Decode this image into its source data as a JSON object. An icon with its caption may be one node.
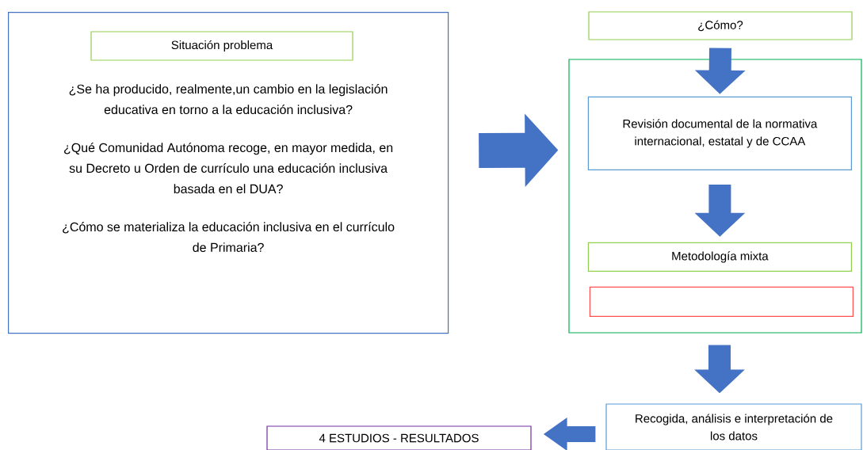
{
  "diagram": {
    "nodes": [
      {
        "text": [
          "¿Se ha producido, realmente,un cambio en la legislación educativa en torno a la educación inclusiva?",
          "¿Qué Comunidad Autónoma recoge, en mayor medida, en su Decreto u Orden de currículo una educación inclusiva basada en el DUA?",
          "¿Cómo se materializa la educación inclusiva en el currículo de Primaria?"
        ]
      },
      {
        "text": [
          "Situación problema"
        ],
        "in": 0
      },
      {
        "text": [
          "¿Cómo?"
        ]
      },
      {
        "text": [],
        "shape": "box"
      },
      {
        "text": [
          "Revisión documental de la normativa internacional, estatal y de CCAA"
        ],
        "in": 3
      },
      {
        "text": [
          "Metodología mixta"
        ],
        "in": 3
      },
      {
        "text": [],
        "shape": "box",
        "in": 3
      },
      {
        "text": [
          "Recogida, análisis e interpretación de los datos"
        ]
      },
      {
        "text": [
          "4 ESTUDIOS - RESULTADOS"
        ]
      }
    ],
    "edges": [
      {
        "from": 0,
        "to": 3,
        "arrow": "to"
      },
      {
        "from": 2,
        "to": 4,
        "arrow": "to"
      },
      {
        "from": 4,
        "to": 5,
        "arrow": "to"
      },
      {
        "from": 3,
        "to": 7,
        "arrow": "to"
      },
      {
        "from": 7,
        "to": 8,
        "arrow": "to"
      }
    ]
  }
}
